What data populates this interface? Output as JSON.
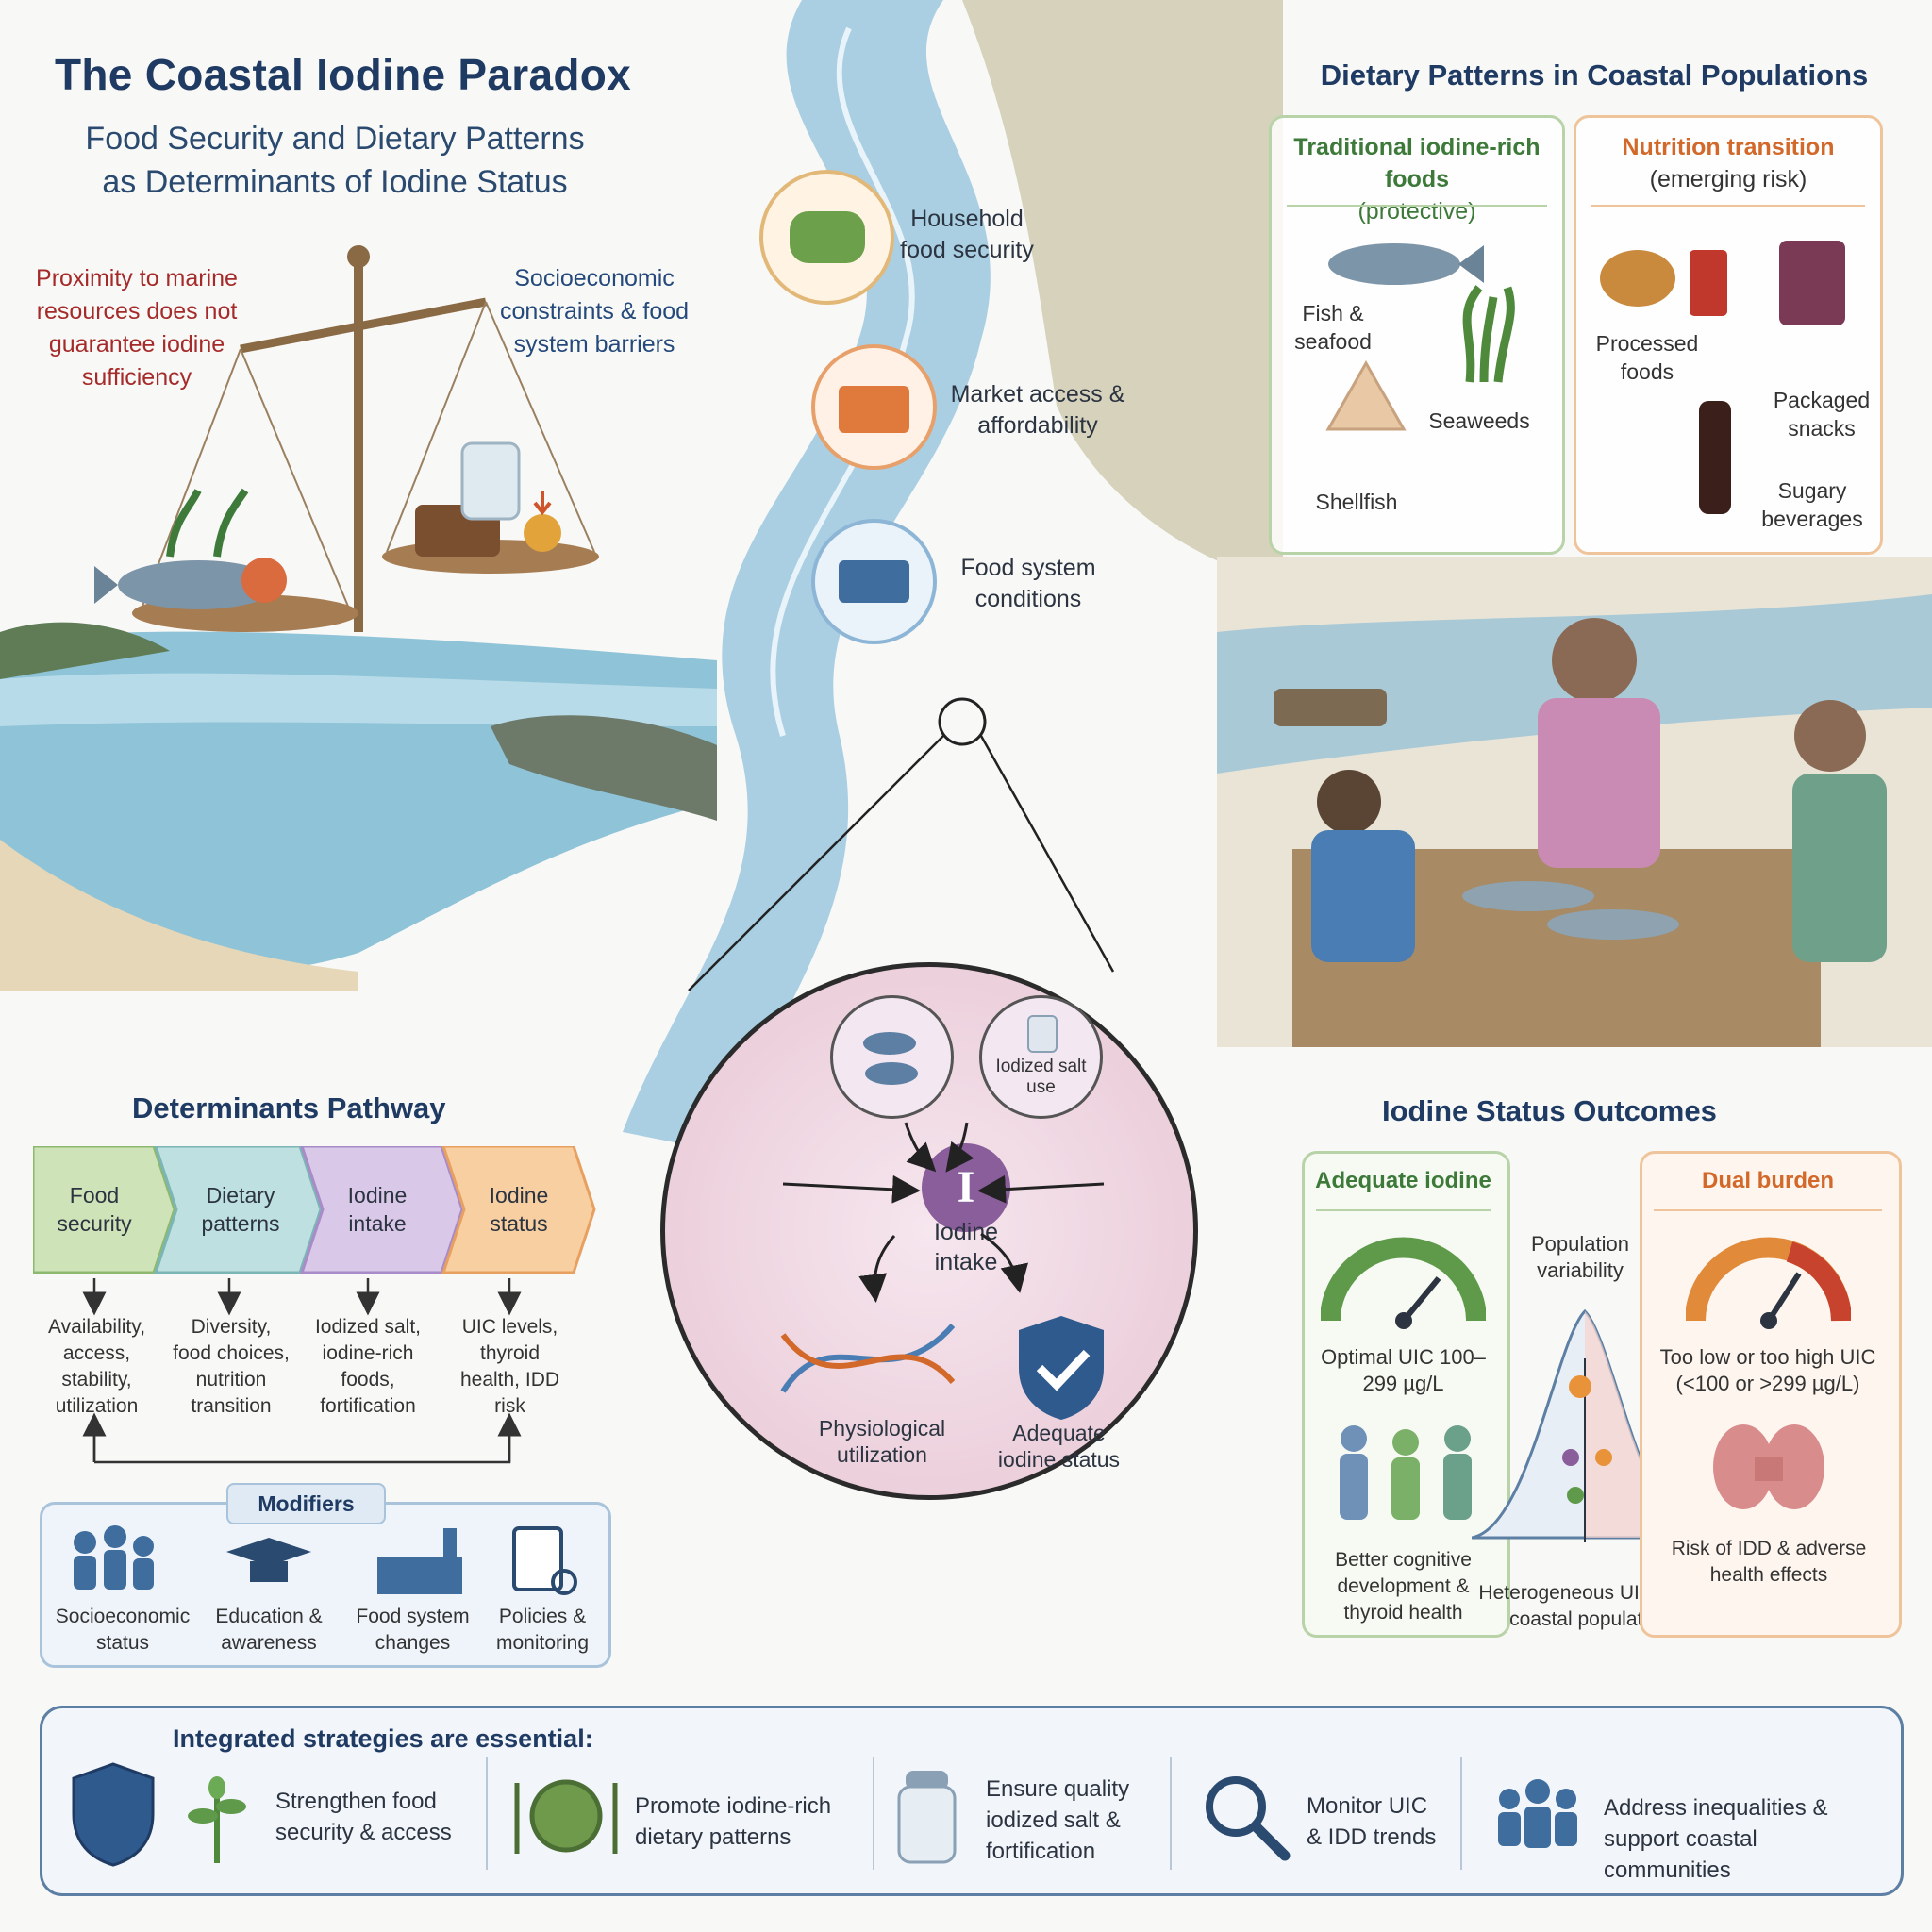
{
  "header": {
    "title": "The Coastal Iodine Paradox",
    "subtitle_line1": "Food Security and Dietary Patterns",
    "subtitle_line2": "as Determinants of Iodine Status"
  },
  "balance": {
    "left_note": "Proximity to marine resources does not guarantee iodine sufficiency",
    "right_note": "Socioeconomic constraints & food system barriers"
  },
  "river": {
    "items": [
      {
        "label": "Household food security",
        "icon": "food-basket-icon"
      },
      {
        "label": "Market access & affordability",
        "icon": "shopping-basket-icon"
      },
      {
        "label": "Food system conditions",
        "icon": "boat-truck-icon"
      }
    ]
  },
  "dietary": {
    "heading": "Dietary Patterns in Coastal Populations",
    "traditional": {
      "title_bold": "Traditional iodine-rich foods",
      "title_normal": "(protective)",
      "items": [
        "Fish & seafood",
        "Seaweeds",
        "Shellfish"
      ]
    },
    "transition": {
      "title_bold": "Nutrition transition",
      "title_normal": "(emerging risk)",
      "items": [
        "Processed foods",
        "Packaged snacks",
        "Sugary beverages"
      ]
    }
  },
  "cell": {
    "salt_label": "Iodized salt use",
    "center_symbol": "I",
    "center_label": "Iodine intake",
    "left_out": "Physiological utilization",
    "right_out": "Adequate iodine status"
  },
  "pathway": {
    "heading": "Determinants Pathway",
    "steps": [
      {
        "label": "Food security",
        "desc": "Availability, access, stability, utilization",
        "color": "#cfe3b8"
      },
      {
        "label": "Dietary patterns",
        "desc": "Diversity, food choices, nutrition transition",
        "color": "#bfe0e0"
      },
      {
        "label": "Iodine intake",
        "desc": "Iodized salt, iodine-rich foods, fortification",
        "color": "#d9c8e8"
      },
      {
        "label": "Iodine status",
        "desc": "UIC levels, thyroid health, IDD risk",
        "color": "#f7cfa0"
      }
    ],
    "modifiers_label": "Modifiers",
    "modifiers": [
      {
        "label": "Socioeconomic status",
        "icon": "people-group-icon"
      },
      {
        "label": "Education & awareness",
        "icon": "graduation-cap-icon"
      },
      {
        "label": "Food system changes",
        "icon": "factory-icon"
      },
      {
        "label": "Policies & monitoring",
        "icon": "clipboard-check-icon"
      }
    ]
  },
  "outcomes": {
    "heading": "Iodine Status Outcomes",
    "adequate": {
      "title": "Adequate iodine",
      "gauge_text": "Optimal UIC 100–299 µg/L",
      "caption": "Better cognitive development & thyroid health"
    },
    "variability": {
      "title": "Population variability",
      "caption": "Heterogeneous UIC within coastal populations"
    },
    "dual": {
      "title": "Dual burden",
      "gauge_text": "Too low or too high UIC (<100 or >299 µg/L)",
      "caption": "Risk of IDD & adverse health effects"
    }
  },
  "strategies": {
    "heading": "Integrated strategies are essential:",
    "items": [
      {
        "label": "Strengthen food security & access",
        "icon": "plant-icon"
      },
      {
        "label": "Promote iodine-rich dietary patterns",
        "icon": "plate-icon"
      },
      {
        "label": "Ensure quality iodized salt & fortification",
        "icon": "salt-shaker-icon"
      },
      {
        "label": "Monitor UIC & IDD trends",
        "icon": "magnifier-icon"
      },
      {
        "label": "Address inequalities & support coastal communities",
        "icon": "community-icon"
      }
    ]
  },
  "colors": {
    "navy": "#1f3b63",
    "green_accent": "#3d7a3a",
    "orange_accent": "#d2692a",
    "red_note": "#a52a2a"
  }
}
